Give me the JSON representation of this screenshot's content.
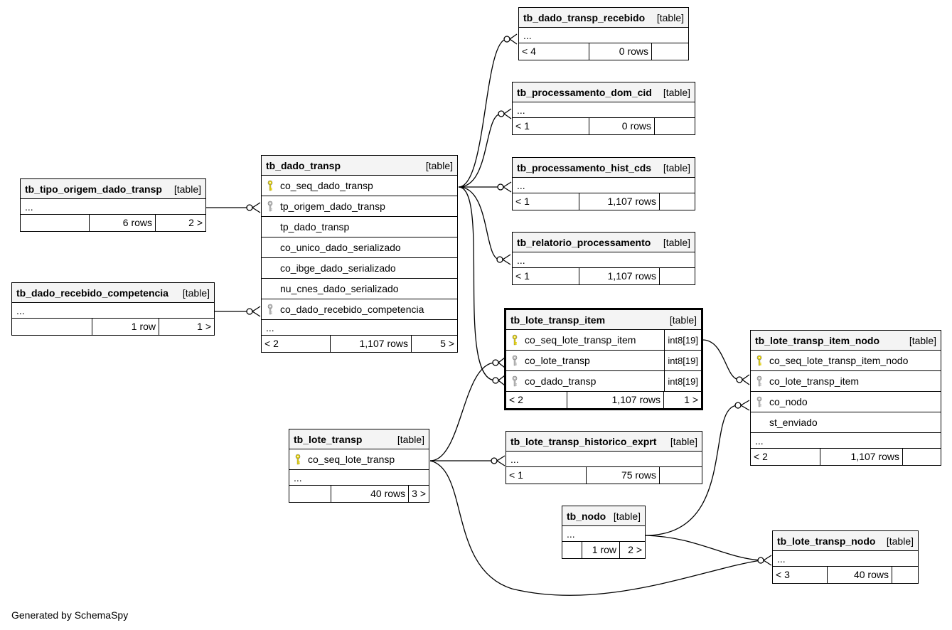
{
  "tables": {
    "tb_dado_transp_recebido": {
      "name": "tb_dado_transp_recebido",
      "type": "[table]",
      "columns": [],
      "ellipsis": "...",
      "footer": [
        "< 4",
        "0 rows",
        ""
      ]
    },
    "tb_processamento_dom_cid": {
      "name": "tb_processamento_dom_cid",
      "type": "[table]",
      "columns": [],
      "ellipsis": "...",
      "footer": [
        "< 1",
        "0 rows",
        ""
      ]
    },
    "tb_processamento_hist_cds": {
      "name": "tb_processamento_hist_cds",
      "type": "[table]",
      "columns": [],
      "ellipsis": "...",
      "footer": [
        "< 1",
        "1,107 rows",
        ""
      ]
    },
    "tb_relatorio_processamento": {
      "name": "tb_relatorio_processamento",
      "type": "[table]",
      "columns": [],
      "ellipsis": "...",
      "footer": [
        "< 1",
        "1,107 rows",
        ""
      ]
    },
    "tb_tipo_origem_dado_transp": {
      "name": "tb_tipo_origem_dado_transp",
      "type": "[table]",
      "columns": [],
      "ellipsis": "...",
      "footer": [
        "",
        "6 rows",
        "2 >"
      ]
    },
    "tb_dado_recebido_competencia": {
      "name": "tb_dado_recebido_competencia",
      "type": "[table]",
      "columns": [],
      "ellipsis": "...",
      "footer": [
        "",
        "1 row",
        "1 >"
      ]
    },
    "tb_dado_transp": {
      "name": "tb_dado_transp",
      "type": "[table]",
      "ellipsis": "...",
      "footer": [
        "< 2",
        "1,107 rows",
        "5 >"
      ],
      "columns": [
        {
          "name": "co_seq_dado_transp",
          "key": "primary"
        },
        {
          "name": "tp_origem_dado_transp",
          "key": "foreign"
        },
        {
          "name": "tp_dado_transp",
          "key": ""
        },
        {
          "name": "co_unico_dado_serializado",
          "key": ""
        },
        {
          "name": "co_ibge_dado_serializado",
          "key": ""
        },
        {
          "name": "nu_cnes_dado_serializado",
          "key": ""
        },
        {
          "name": "co_dado_recebido_competencia",
          "key": "foreign"
        }
      ]
    },
    "tb_lote_transp_item": {
      "name": "tb_lote_transp_item",
      "type": "[table]",
      "ellipsis": "",
      "footer": [
        "< 2",
        "1,107 rows",
        "1 >"
      ],
      "columns": [
        {
          "name": "co_seq_lote_transp_item",
          "key": "primary",
          "dtype": "int8[19]"
        },
        {
          "name": "co_lote_transp",
          "key": "foreign",
          "dtype": "int8[19]"
        },
        {
          "name": "co_dado_transp",
          "key": "foreign",
          "dtype": "int8[19]"
        }
      ]
    },
    "tb_lote_transp_item_nodo": {
      "name": "tb_lote_transp_item_nodo",
      "type": "[table]",
      "ellipsis": "...",
      "footer": [
        "< 2",
        "1,107 rows",
        ""
      ],
      "columns": [
        {
          "name": "co_seq_lote_transp_item_nodo",
          "key": "primary"
        },
        {
          "name": "co_lote_transp_item",
          "key": "foreign"
        },
        {
          "name": "co_nodo",
          "key": "foreign"
        },
        {
          "name": "st_enviado",
          "key": ""
        }
      ]
    },
    "tb_lote_transp": {
      "name": "tb_lote_transp",
      "type": "[table]",
      "ellipsis": "...",
      "footer": [
        "",
        "40 rows",
        "3 >"
      ],
      "columns": [
        {
          "name": "co_seq_lote_transp",
          "key": "primary"
        }
      ]
    },
    "tb_lote_transp_historico_exprt": {
      "name": "tb_lote_transp_historico_exprt",
      "type": "[table]",
      "columns": [],
      "ellipsis": "...",
      "footer": [
        "< 1",
        "75 rows",
        ""
      ]
    },
    "tb_nodo": {
      "name": "tb_nodo",
      "type": "[table]",
      "columns": [],
      "ellipsis": "...",
      "footer": [
        "",
        "1 row",
        "2 >"
      ]
    },
    "tb_lote_transp_nodo": {
      "name": "tb_lote_transp_nodo",
      "type": "[table]",
      "columns": [],
      "ellipsis": "...",
      "footer": [
        "< 3",
        "40 rows",
        ""
      ]
    }
  },
  "footer_text": "Generated by SchemaSpy",
  "colors": {
    "primary_key": "#e6d200",
    "foreign_key": "#bdbdbd",
    "header_bg": "#f4f4f4",
    "border": "#000000"
  }
}
